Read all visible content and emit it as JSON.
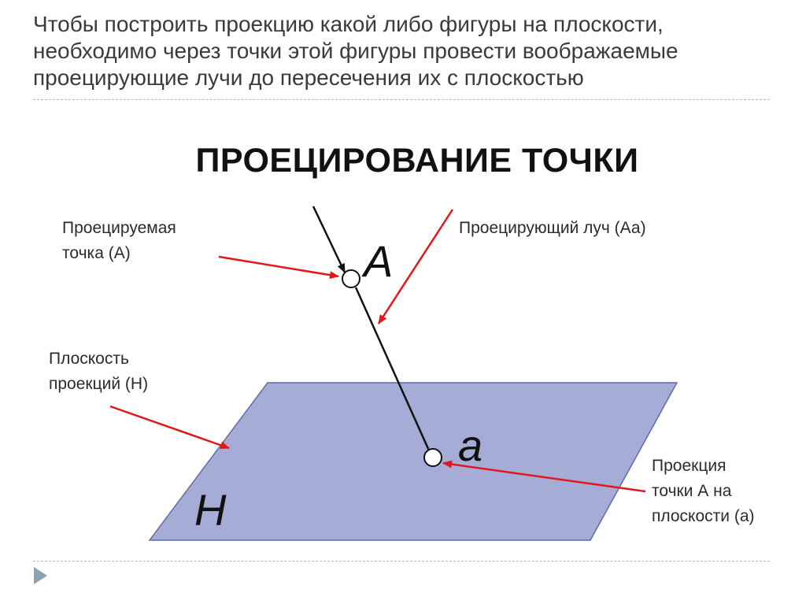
{
  "intro": {
    "line1": "Чтобы построить проекцию какой либо фигуры на плоскости,",
    "line2": "необходимо через точки этой фигуры провести воображаемые",
    "line3": "проецирующие лучи до пересечения их с плоскостью"
  },
  "heading": "ПРОЕЦИРОВАНИЕ ТОЧКИ",
  "labels": {
    "projected_point": {
      "line1": "Проецируемая",
      "line2": "точка (А)"
    },
    "projecting_ray": "Проецирующий луч (Аа)",
    "projection_plane": {
      "line1": "Плоскость",
      "line2": "проекций (H)"
    },
    "point_projection": {
      "line1": "Проекция",
      "line2": "точки А на",
      "line3": "плоскости (а)"
    }
  },
  "letters": {
    "point_A": "A",
    "point_a": "a",
    "plane_H": "H"
  },
  "colors": {
    "plane_fill": "#a5acd6",
    "plane_stroke": "#5e6aaa",
    "callout_arrow": "#e0181c",
    "ray": "#111111",
    "rule": "#a9bcc6"
  },
  "icons": {
    "nav": "triangle-right-icon"
  }
}
